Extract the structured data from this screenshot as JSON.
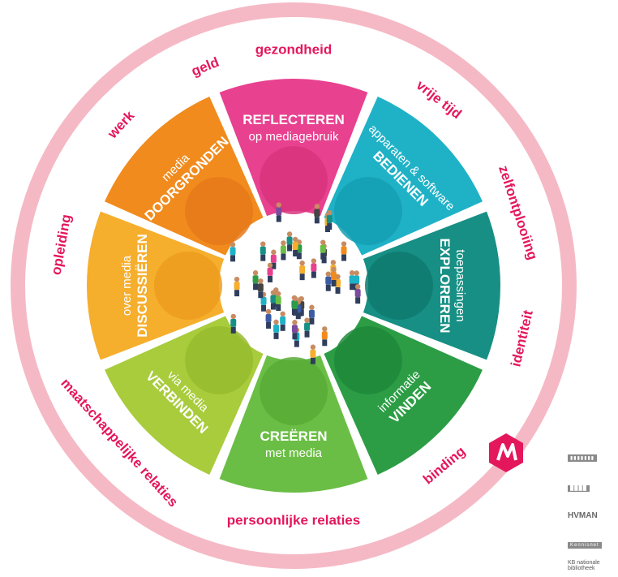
{
  "title_arc": "mediawijsheid competentiemodel",
  "ring_labels": [
    {
      "id": "gezondheid",
      "text": "gezondheid"
    },
    {
      "id": "vrije-tijd",
      "text": "vrije tijd"
    },
    {
      "id": "zelfontplooiing",
      "text": "zelfontplooiing"
    },
    {
      "id": "identiteit",
      "text": "identiteit"
    },
    {
      "id": "binding",
      "text": "binding"
    },
    {
      "id": "persoonlijke-relaties",
      "text": "persoonlijke relaties"
    },
    {
      "id": "maatschappelijke-relaties",
      "text": "maatschappelijke relaties"
    },
    {
      "id": "opleiding",
      "text": "opleiding"
    },
    {
      "id": "werk",
      "text": "werk"
    },
    {
      "id": "geld",
      "text": "geld"
    }
  ],
  "segments": [
    {
      "id": "reflecteren",
      "main": "REFLECTEREN",
      "sub": "op mediagebruik",
      "color": "#e8418f",
      "inner": "#d9347e"
    },
    {
      "id": "bedienen",
      "main": "BEDIENEN",
      "sub": "apparaten & software",
      "color": "#1fb2c7",
      "inner": "#159fb3"
    },
    {
      "id": "exploreren",
      "main": "EXPLOREREN",
      "sub": "toepassingen",
      "color": "#178f84",
      "inner": "#0f7a70"
    },
    {
      "id": "vinden",
      "main": "VINDEN",
      "sub": "informatie",
      "color": "#2c9d45",
      "inner": "#1f8a3a"
    },
    {
      "id": "creeren",
      "main": "CREËREN",
      "sub": "met media",
      "color": "#6bbe45",
      "inner": "#58ab36"
    },
    {
      "id": "verbinden",
      "main": "VERBINDEN",
      "sub": "via media",
      "color": "#a8cc3b",
      "inner": "#96bb2e"
    },
    {
      "id": "discussieren",
      "main": "DISCUSSIËREN",
      "sub": "over media",
      "color": "#f6ae2d",
      "inner": "#ec9c1f"
    },
    {
      "id": "doorgronden",
      "main": "DOORGRONDEN",
      "sub": "media",
      "color": "#f18b1d",
      "inner": "#e6781a"
    }
  ],
  "colors": {
    "ring": "#f5b9c5",
    "ring_text": "#e4175c",
    "badge": "#e4175c"
  },
  "partners": [
    {
      "id": "partner-1",
      "text": "▮▮▮▮▮▮▮"
    },
    {
      "id": "partner-2",
      "text": "████"
    },
    {
      "id": "partner-3",
      "text": "HVMAN"
    },
    {
      "id": "partner-4",
      "text": "Kennisnet"
    },
    {
      "id": "partner-5",
      "text": "KB nationale bibliotheek"
    }
  ]
}
